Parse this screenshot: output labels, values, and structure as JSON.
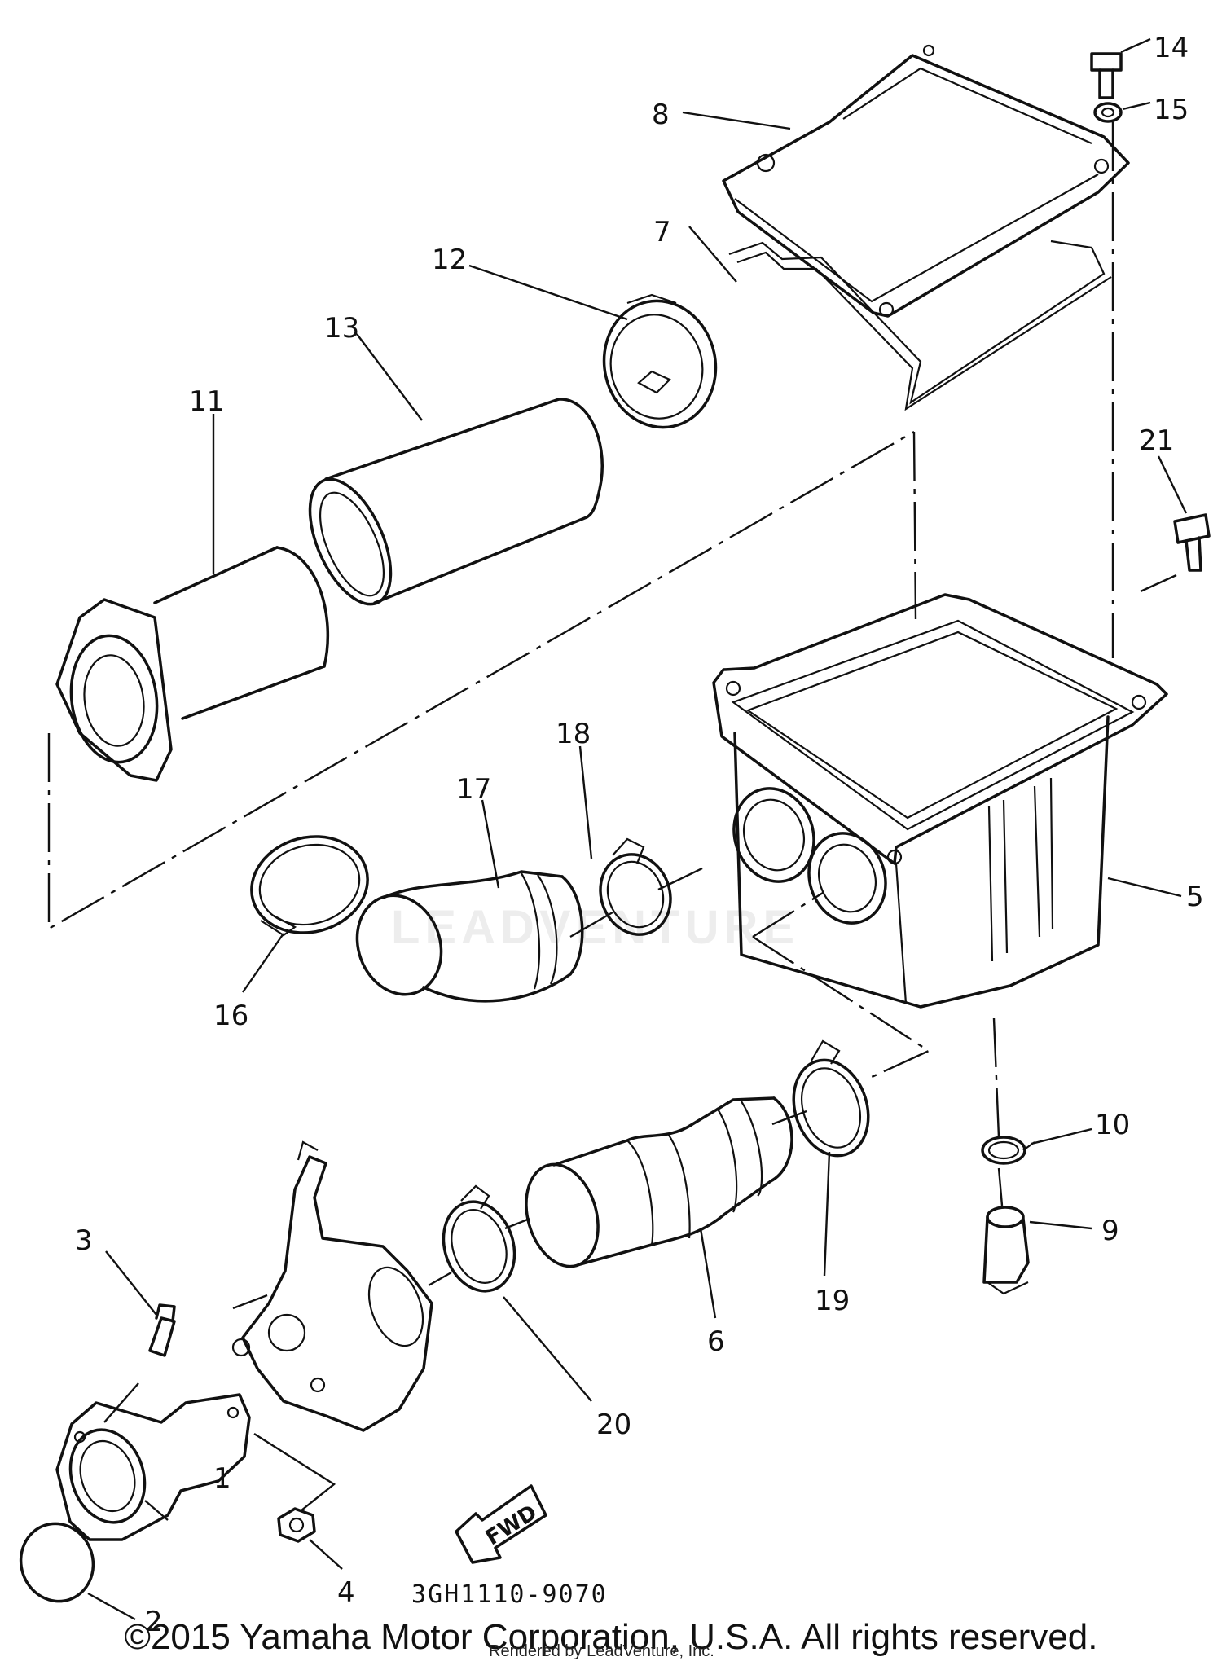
{
  "diagram": {
    "callouts": [
      "1",
      "2",
      "3",
      "4",
      "5",
      "6",
      "7",
      "8",
      "9",
      "10",
      "11",
      "12",
      "13",
      "14",
      "15",
      "16",
      "17",
      "18",
      "19",
      "20",
      "21"
    ],
    "fwd_label": "FWD",
    "drawing_code": "3GH1110-9070",
    "watermark": "LEADVENTURE",
    "rendered_by": "Rendered by LeadVenture, Inc.",
    "copyright": "©2015 Yamaha Motor Corporation, U.S.A. All rights reserved."
  }
}
